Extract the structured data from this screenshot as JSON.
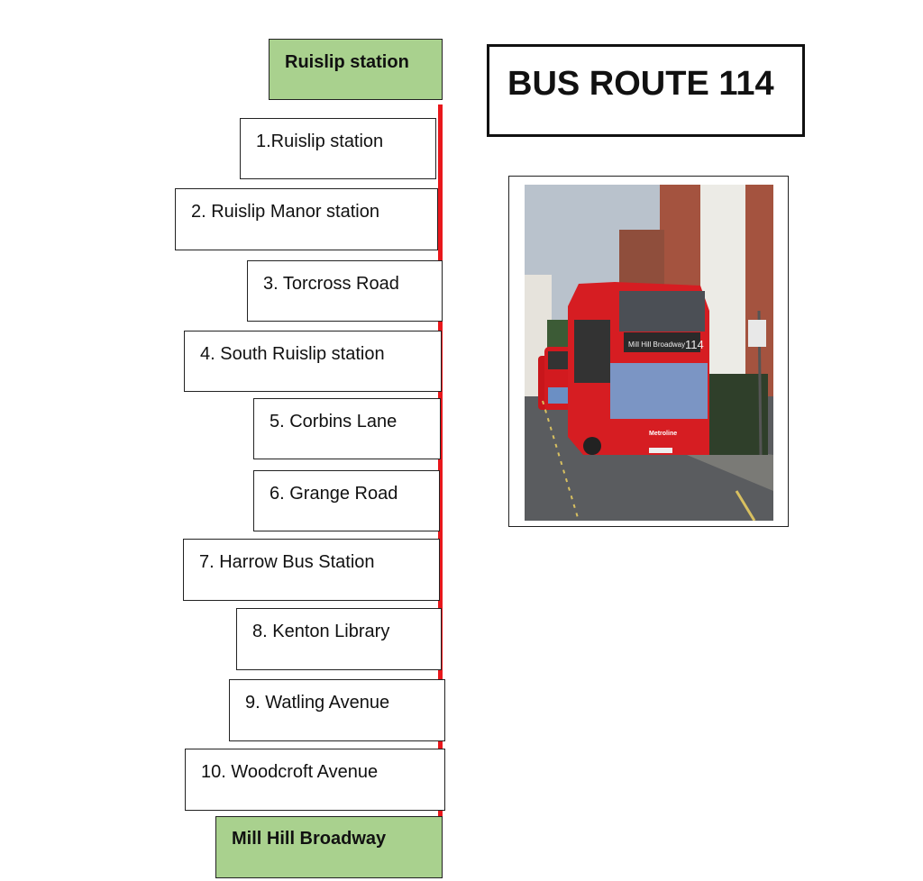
{
  "title": "BUS ROUTE 114",
  "start_terminus": "Ruislip station",
  "end_terminus": "Mill Hill Broadway",
  "stops": [
    "1.Ruislip station",
    "2. Ruislip Manor station",
    "3. Torcross Road",
    "4. South Ruislip station",
    "5. Corbins Lane",
    "6. Grange Road",
    "7. Harrow Bus Station",
    "8. Kenton Library",
    "9. Watling Avenue",
    "10. Woodcroft Avenue"
  ],
  "photo": {
    "destination": "Mill Hill Broadway",
    "route_number": "114",
    "operator": "Metroline"
  },
  "colors": {
    "route_line": "#e8171b",
    "terminus_fill": "#a9d18e"
  }
}
